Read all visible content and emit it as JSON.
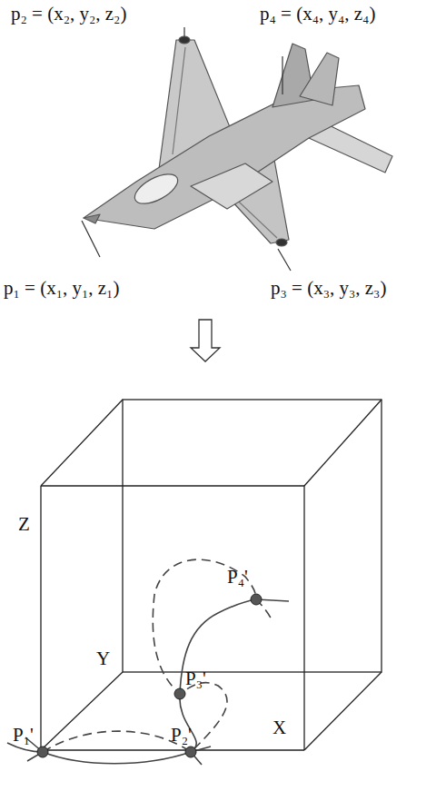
{
  "diagram": {
    "labels": [
      "p₂ = (x₂, y₂, z₂)",
      "p₄ = (x₄, y₄, z₄)",
      "p₁ = (x₁, y₁, z₁)",
      "p₃ = (x₃, y₃, z₃)",
      "Z",
      "Y",
      "P₄'",
      "P₃'",
      "X",
      "P₁'",
      "P₂'"
    ]
  }
}
